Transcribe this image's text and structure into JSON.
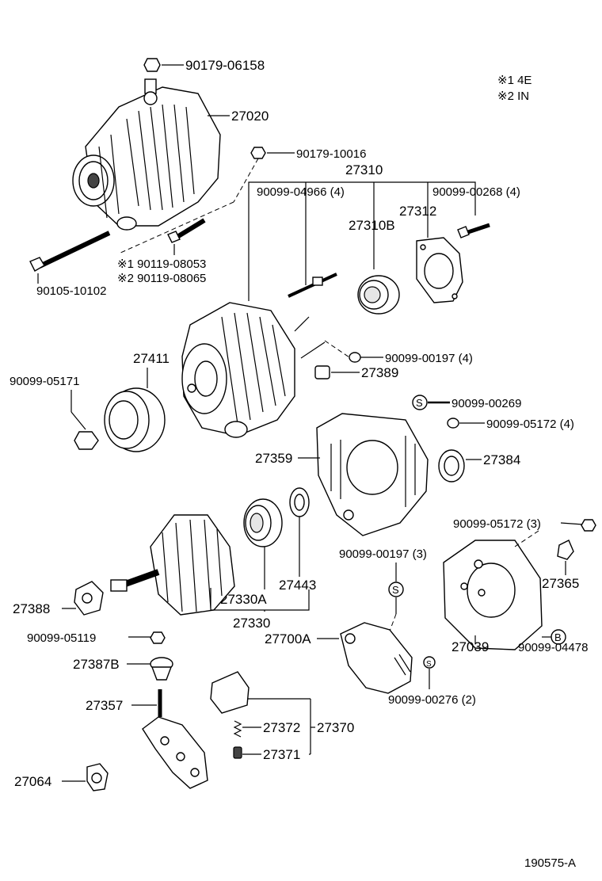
{
  "legend": {
    "line1": "※1 4E",
    "line2": "※2 IN"
  },
  "callouts": {
    "p_90179_06158": "90179-06158",
    "p_27020": "27020",
    "p_90179_10016": "90179-10016",
    "p_27310": "27310",
    "p_90099_04966": "90099-04966 (4)",
    "p_90099_00268": "90099-00268 (4)",
    "p_27312": "27312",
    "p_27310B": "27310B",
    "p_90119_08053": "※1 90119-08053",
    "p_90119_08065": "※2 90119-08065",
    "p_90105_10102": "90105-10102",
    "p_90099_00197_4": "90099-00197 (4)",
    "p_27389": "27389",
    "p_27411": "27411",
    "p_90099_05171": "90099-05171",
    "p_90099_00269": "90099-00269",
    "p_90099_05172_4": "90099-05172 (4)",
    "p_27359": "27359",
    "p_27384": "27384",
    "p_90099_05172_3": "90099-05172 (3)",
    "p_90099_00197_3": "90099-00197 (3)",
    "p_27365": "27365",
    "p_27443": "27443",
    "p_27388": "27388",
    "p_27330A": "27330A",
    "p_27330": "27330",
    "p_27700A": "27700A",
    "p_27039": "27039",
    "p_90099_04478": "90099-04478",
    "p_90099_05119": "90099-05119",
    "p_27387B": "27387B",
    "p_27357": "27357",
    "p_90099_00276": "90099-00276 (2)",
    "p_27372": "27372",
    "p_27370": "27370",
    "p_27371": "27371",
    "p_27064": "27064"
  },
  "markers": {
    "s": "S",
    "b": "B"
  },
  "footer": {
    "figure_id": "190575-A"
  }
}
